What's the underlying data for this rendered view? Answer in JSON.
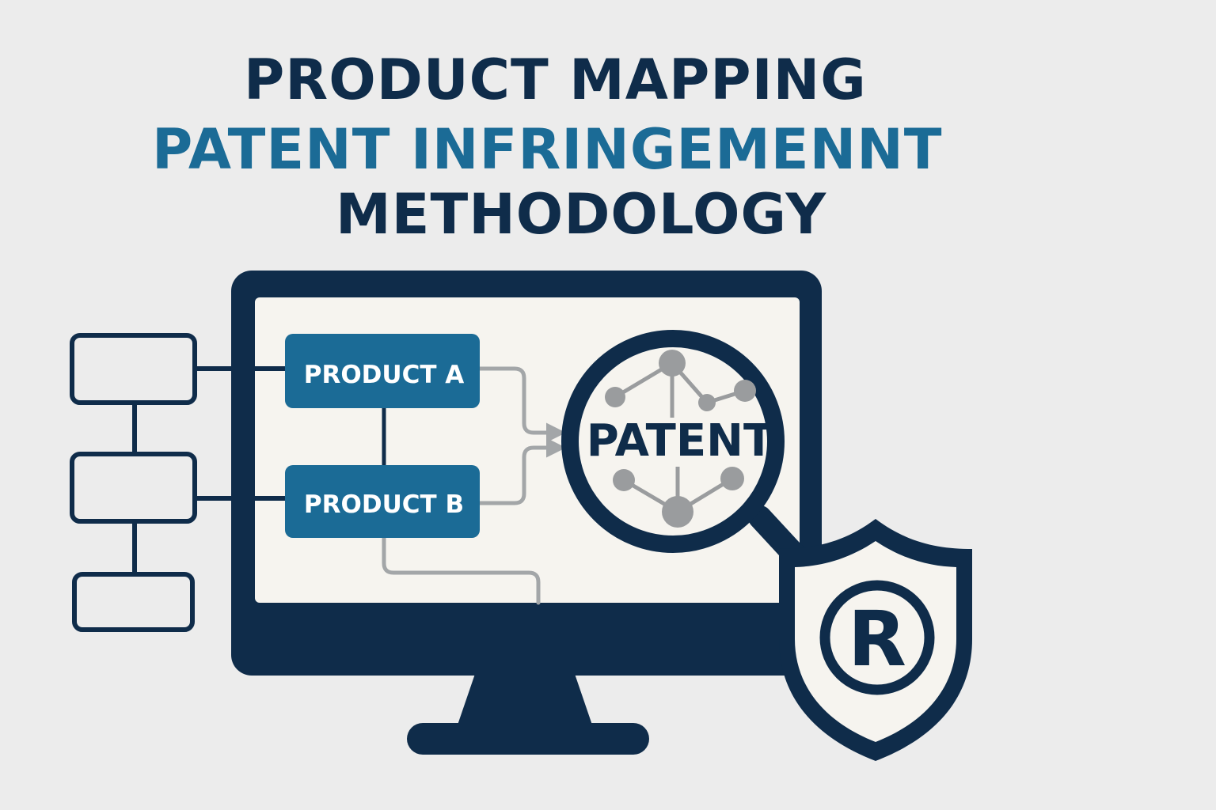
{
  "title": {
    "line1": "PRODUCT MAPPING",
    "line2": "PATENT INFRINGEMENNT",
    "line3": "METHODOLOGY"
  },
  "diagram": {
    "product_a": "PRODUCT A",
    "product_b": "PRODUCT B",
    "patent_label": "PATENT",
    "registered_symbol": "R"
  },
  "colors": {
    "navy": "#0f2c4a",
    "accent_blue": "#1b6b96",
    "connector_gray": "#a3a6a8",
    "node_gray": "#9a9c9e",
    "screen": "#f6f4ef",
    "background": "#ececec"
  },
  "icons": [
    "monitor-icon",
    "magnifying-glass-icon",
    "network-icon",
    "shield-icon",
    "registered-trademark-icon",
    "flowchart-icon"
  ]
}
